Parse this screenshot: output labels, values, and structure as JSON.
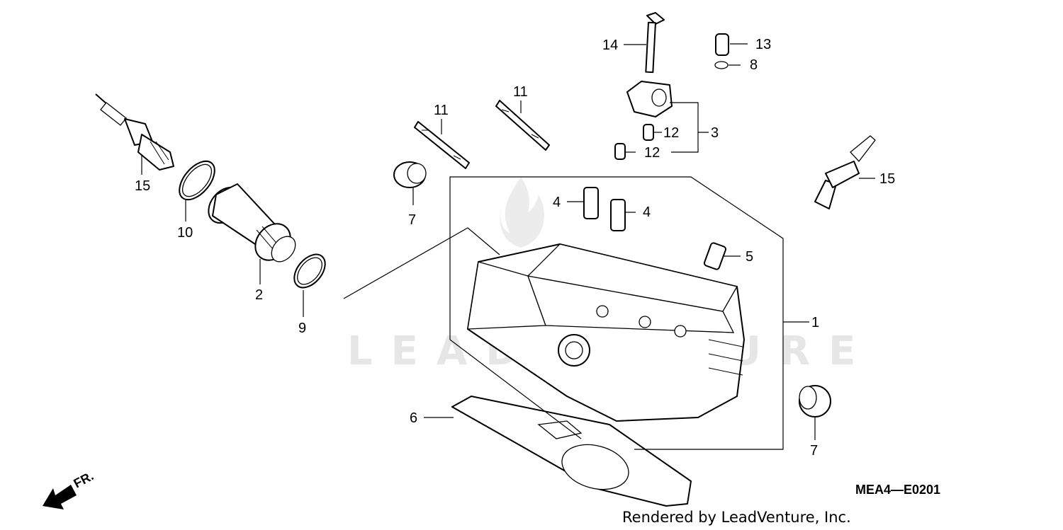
{
  "callouts": [
    "1",
    "2",
    "3",
    "4",
    "5",
    "6",
    "7",
    "8",
    "9",
    "10",
    "11",
    "12",
    "13",
    "14",
    "15"
  ],
  "diagram_code": "MEA4—E0201",
  "credit": "Rendered by LeadVenture, Inc.",
  "watermark": "LEADVENTURE",
  "fr_label": "FR."
}
